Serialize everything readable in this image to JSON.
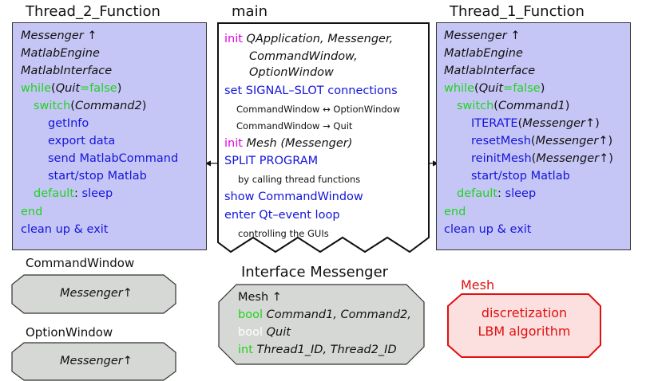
{
  "thread2": {
    "title": "Thread_2_Function",
    "messenger": "Messenger ↑",
    "engine": "MatlabEngine",
    "interface": "MatlabInterface",
    "while_kw": "while",
    "while_open": "(",
    "quit": "Quit",
    "eq": "=",
    "false_kw": "false",
    "close_paren": ")",
    "switch_kw": "switch",
    "switch_open": "(",
    "command": "Command2",
    "items": [
      "getInfo",
      "export data",
      "send MatlabCommand",
      "start/stop Matlab"
    ],
    "default_kw": "default",
    "default_sep": ":",
    "sleep": "sleep",
    "end_kw": "end",
    "cleanup": "clean up & exit"
  },
  "main": {
    "title": "main",
    "init_kw": "init",
    "init_line1": "QApplication, Messenger,",
    "init_line2": "CommandWindow,",
    "init_line3": "OptionWindow",
    "set_connections": "set SIGNAL–SLOT connections",
    "conn1": "CommandWindow ↔ OptionWindow",
    "conn2": "CommandWindow → Quit",
    "init2_kw": "init",
    "init_mesh": "Mesh (Messenger)",
    "split": "SPLIT PROGRAM",
    "split_note": "by calling thread functions",
    "show": "show CommandWindow",
    "enter": "enter Qt–event loop",
    "enter_note": "controlling the GUIs"
  },
  "thread1": {
    "title": "Thread_1_Function",
    "messenger": "Messenger ↑",
    "engine": "MatlabEngine",
    "interface": "MatlabInterface",
    "while_kw": "while",
    "while_open": "(",
    "quit": "Quit",
    "eq": "=",
    "false_kw": "false",
    "close_paren": ")",
    "switch_kw": "switch",
    "switch_open": "(",
    "command": "Command1",
    "iterate": "ITERATE",
    "reset": "resetMesh",
    "reinit": "reinitMesh",
    "call_open": "(",
    "call_arg": "Messenger↑",
    "call_close": ")",
    "startstop": "start/stop Matlab",
    "default_kw": "default",
    "default_sep": ":",
    "sleep": "sleep",
    "end_kw": "end",
    "cleanup": "clean up & exit"
  },
  "command_window": {
    "title": "CommandWindow",
    "content": "Messenger↑"
  },
  "option_window": {
    "title": "OptionWindow",
    "content": "Messenger↑"
  },
  "interface_messenger": {
    "title": "Interface Messenger",
    "mesh": "Mesh ↑",
    "bool_kw": "bool",
    "bool_vars": "Command1, Command2,",
    "bool2_kw": "bool",
    "bool2_var": "Quit",
    "int_kw": "int",
    "int_vars": "Thread1_ID, Thread2_ID"
  },
  "mesh": {
    "title": "Mesh",
    "line1": "discretization",
    "line2": "LBM algorithm"
  },
  "colors": {
    "box_fill": "#c6c6f6",
    "grey_fill": "#d6d8d5",
    "keyword_magenta": "#e000e0",
    "keyword_green": "#1ed31e",
    "text_blue": "#1414dc",
    "mesh_red": "#e01010",
    "mesh_fill": "#fce0e0"
  }
}
